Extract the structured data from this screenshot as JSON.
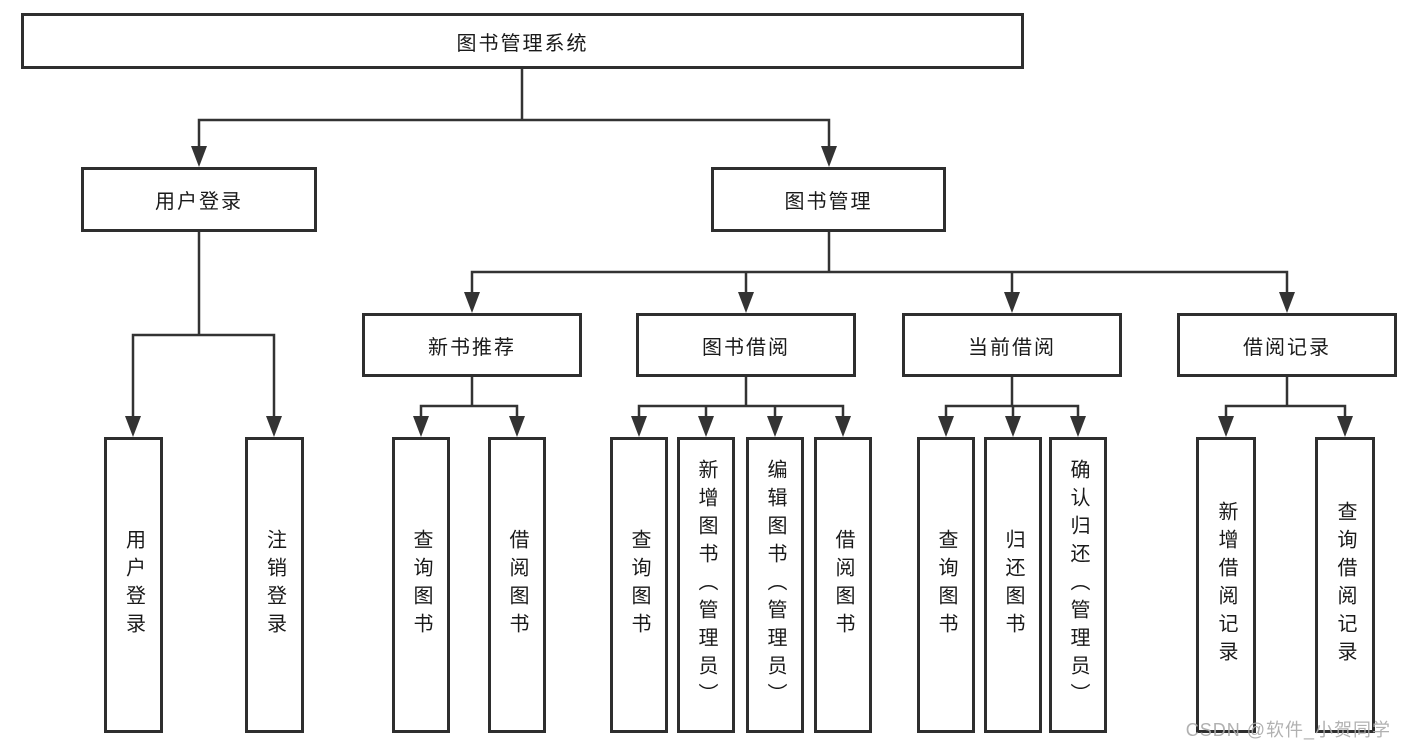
{
  "diagram": {
    "root": {
      "label": "图书管理系统"
    },
    "branches": [
      {
        "label": "用户登录",
        "children": [
          {
            "label": "用户登录"
          },
          {
            "label": "注销登录"
          }
        ]
      },
      {
        "label": "图书管理",
        "groups": [
          {
            "label": "新书推荐",
            "children": [
              {
                "label": "查询图书"
              },
              {
                "label": "借阅图书"
              }
            ]
          },
          {
            "label": "图书借阅",
            "children": [
              {
                "label": "查询图书"
              },
              {
                "label": "新增图书（管理员）"
              },
              {
                "label": "编辑图书（管理员）"
              },
              {
                "label": "借阅图书"
              }
            ]
          },
          {
            "label": "当前借阅",
            "children": [
              {
                "label": "查询图书"
              },
              {
                "label": "归还图书"
              },
              {
                "label": "确认归还（管理员）"
              }
            ]
          },
          {
            "label": "借阅记录",
            "children": [
              {
                "label": "新增借阅记录"
              },
              {
                "label": "查询借阅记录"
              }
            ]
          }
        ]
      }
    ],
    "watermark": "CSDN @软件_小贺同学",
    "colors": {
      "line": "#333333",
      "box_border": "#2e2e2e",
      "text": "#1a1a1a",
      "watermark": "#ababab",
      "background": "#ffffff"
    }
  }
}
